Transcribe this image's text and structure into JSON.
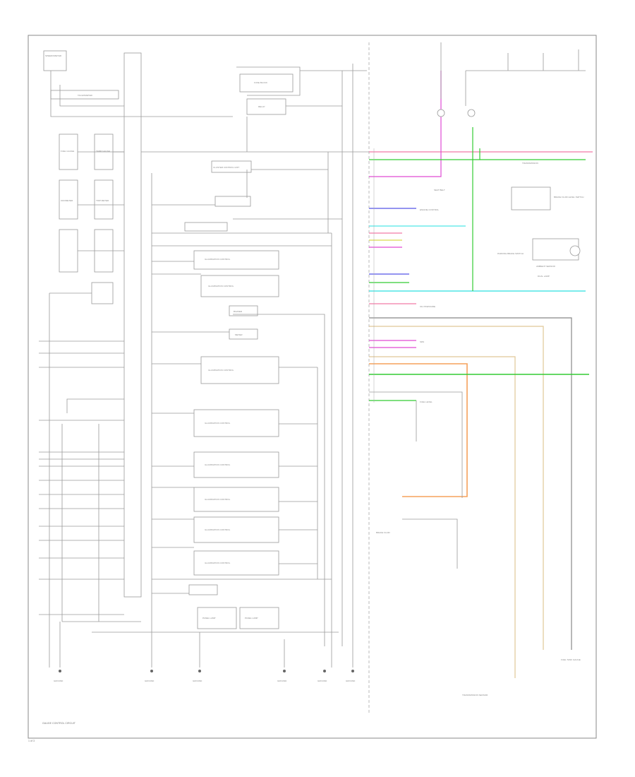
{
  "diagram": {
    "frame_label": "GAUGE CONTROL CIRCUIT",
    "page_label": "1 of 3",
    "colors": {
      "pink": "#f27aa7",
      "magenta": "#e04bd4",
      "green": "#33cc33",
      "cyan": "#4fe6e6",
      "blue": "#5555e6",
      "orange": "#f5a25c",
      "yellow": "#d9d94d",
      "tan": "#e0c896",
      "gray": "#9a9a9a",
      "dark": "#666666"
    },
    "left_boxes": [
      {
        "id": "l1",
        "text": "SPEEDOMETER"
      },
      {
        "id": "l2",
        "text": "TACHOMETER"
      },
      {
        "id": "l3",
        "text": "FUEL GAUGE"
      },
      {
        "id": "l4",
        "text": "TEMP GAUGE"
      },
      {
        "id": "l5",
        "text": "ODOMETER"
      },
      {
        "id": "l6",
        "text": "TRIP METER"
      }
    ],
    "center_boxes": [
      {
        "id": "c1",
        "text": "CLUSTER CONTROL UNIT"
      },
      {
        "id": "c2",
        "text": "ILLUMINATION CONTROL"
      },
      {
        "id": "c3",
        "text": "ILLUMINATION CONTROL"
      },
      {
        "id": "c4",
        "text": "ILLUMINATION CONTROL"
      },
      {
        "id": "c5",
        "text": "ILLUMINATION CONTROL"
      },
      {
        "id": "c6",
        "text": "ILLUMINATION CONTROL"
      },
      {
        "id": "c7",
        "text": "ILLUMINATION CONTROL"
      },
      {
        "id": "c8",
        "text": "ILLUMINATION CONTROL"
      },
      {
        "id": "c9",
        "text": "ILLUMINATION CONTROL"
      },
      {
        "id": "c10",
        "text": "BUZZER"
      },
      {
        "id": "c11",
        "text": "METER"
      },
      {
        "id": "c12",
        "text": "PANEL LAMP"
      },
      {
        "id": "c13",
        "text": "PANEL LAMP"
      }
    ],
    "top_boxes": [
      {
        "id": "t1",
        "text": "FUSE BLOCK"
      },
      {
        "id": "t2",
        "text": "RELAY"
      }
    ],
    "right_boxes": [
      {
        "id": "r1",
        "text": "BRAKE FLUID LEVEL SWITCH"
      },
      {
        "id": "r2",
        "text": "PARKING BRAKE SWITCH"
      },
      {
        "id": "r3",
        "text": "AMBIENT SENSOR"
      }
    ],
    "right_labels": [
      {
        "id": "rl1",
        "text": "TRANSMISSION"
      },
      {
        "id": "rl2",
        "text": "SEAT BELT"
      },
      {
        "id": "rl3",
        "text": "ENGINE CONTROL"
      },
      {
        "id": "rl4",
        "text": "OIL PRESSURE"
      },
      {
        "id": "rl5",
        "text": "SRS"
      },
      {
        "id": "rl6",
        "text": "FUEL LEVEL"
      },
      {
        "id": "rl7",
        "text": "DUAL LAMP"
      }
    ],
    "bottom_labels": [
      {
        "id": "b1",
        "text": "GROUND"
      },
      {
        "id": "b2",
        "text": "GROUND"
      },
      {
        "id": "b3",
        "text": "GROUND"
      },
      {
        "id": "b4",
        "text": "GROUND"
      },
      {
        "id": "b5",
        "text": "GROUND"
      },
      {
        "id": "b6",
        "text": "GROUND"
      }
    ],
    "bottom_right_labels": [
      {
        "id": "br1",
        "text": "FUEL TANK GAUGE"
      },
      {
        "id": "br2",
        "text": "TRANSMISSION SENSOR"
      },
      {
        "id": "br3",
        "text": "BRAKE FLUID"
      }
    ]
  }
}
